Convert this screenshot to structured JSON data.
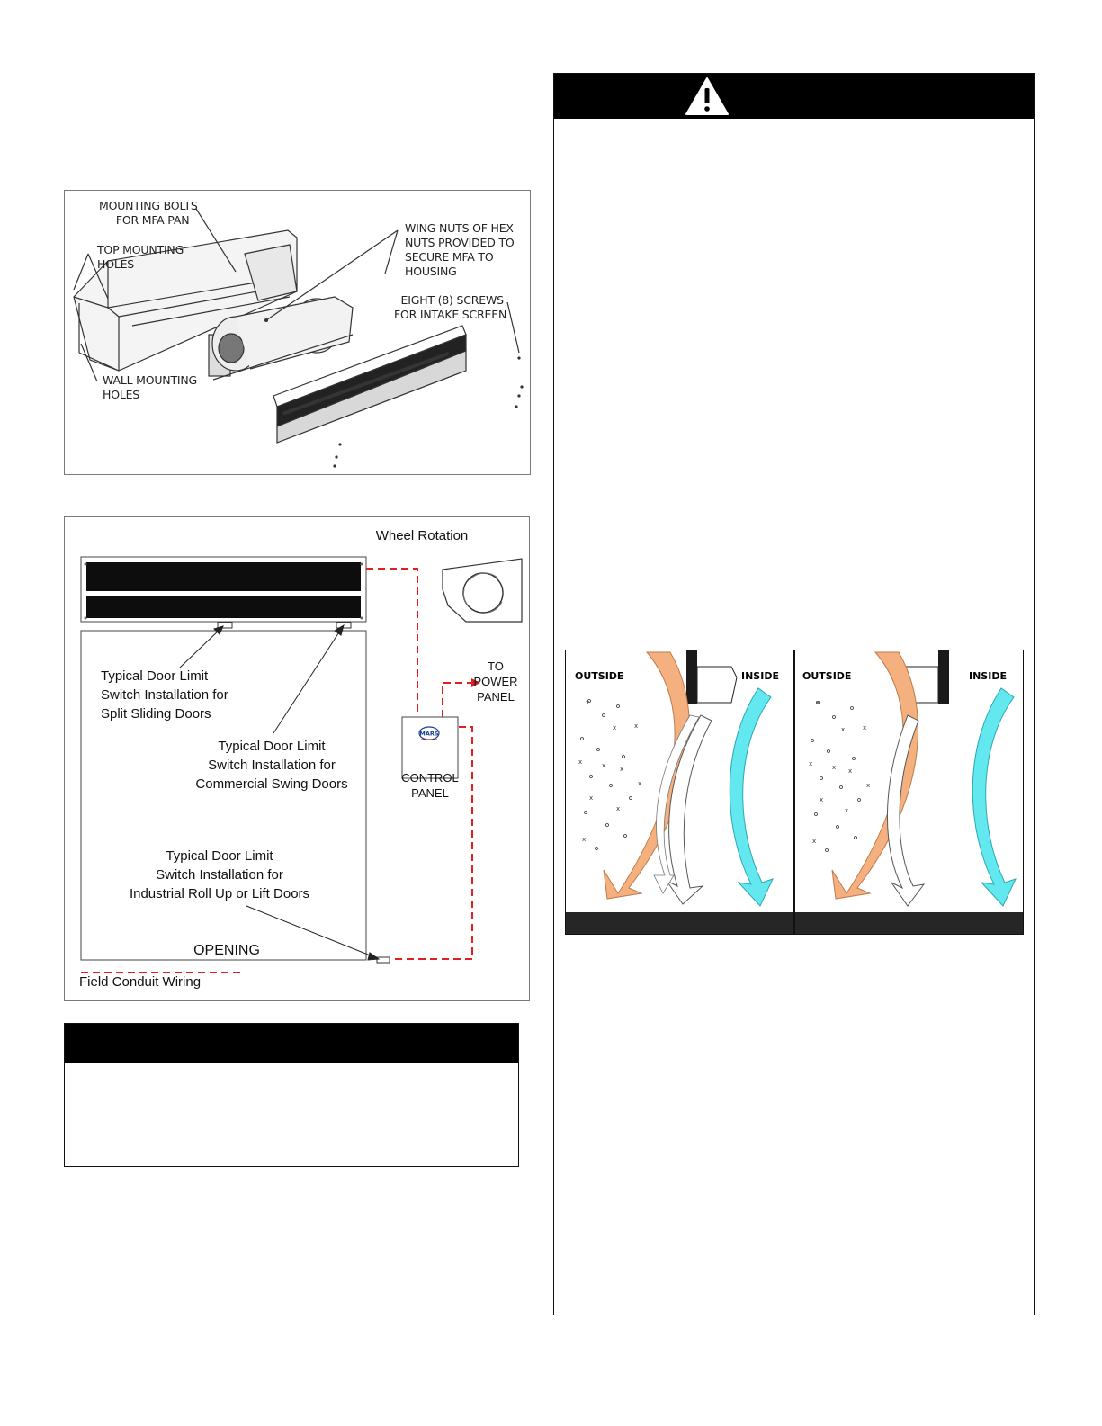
{
  "figure1": {
    "labels": {
      "mounting_bolts": "MOUNTING BOLTS\n     FOR MFA PAN",
      "top_mounting": "TOP MOUNTING\nHOLES",
      "wing_nuts": "WING NUTS OF HEX\nNUTS PROVIDED TO\nSECURE MFA TO\nHOUSING",
      "eight_screws": "  EIGHT (8) SCREWS\nFOR INTAKE SCREEN",
      "wall_mounting": "WALL MOUNTING\nHOLES"
    }
  },
  "figure2": {
    "wheel_rotation": "Wheel Rotation",
    "to_power_panel": "TO\nPOWER\nPANEL",
    "control_panel": "CONTROL\nPANEL",
    "logo_text": "MARS",
    "split_sliding": "Typical Door Limit\nSwitch Installation for\nSplit Sliding Doors",
    "commercial_swing": "Typical Door Limit\nSwitch Installation for\nCommercial Swing Doors",
    "industrial_roll": "Typical Door Limit\nSwitch Installation for\nIndustrial Roll Up or Lift Doors",
    "opening": "OPENING",
    "field_conduit": "Field Conduit Wiring"
  },
  "airflow": {
    "left": {
      "outside": "OUTSIDE",
      "inside": "INSIDE"
    },
    "right": {
      "outside": "OUTSIDE",
      "inside": "INSIDE"
    }
  },
  "colors": {
    "warm_arrow": "#f4b07f",
    "cool_arrow": "#63e8f0",
    "conduit": "#e02020",
    "header_bar": "#000000",
    "footer_bar": "#262626"
  }
}
